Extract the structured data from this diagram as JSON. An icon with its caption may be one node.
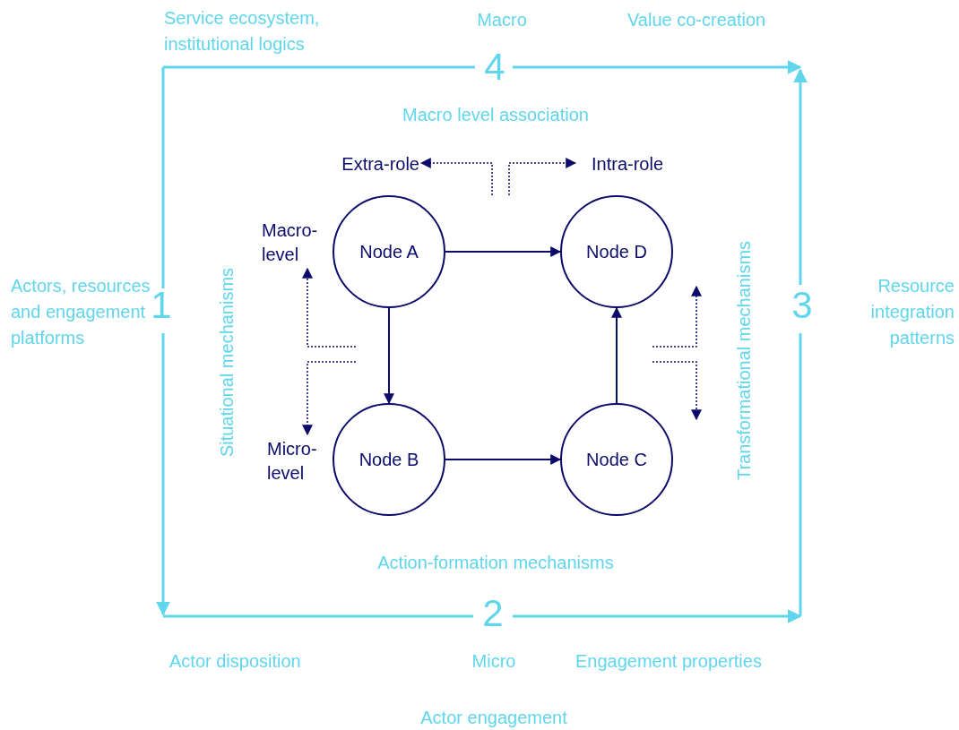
{
  "diagram": {
    "nodes": [
      {
        "text": [
          "Extra-role"
        ]
      },
      {
        "text": [
          "Intra-role"
        ]
      },
      {
        "text": [
          "Macro- level"
        ]
      },
      {
        "text": [
          "Node A"
        ]
      },
      {
        "text": [
          "Node D"
        ]
      },
      {
        "text": [
          "Micro- level"
        ]
      },
      {
        "text": [
          "Node B"
        ]
      },
      {
        "text": [
          "Node C"
        ]
      }
    ],
    "edges": [
      {
        "from": 3,
        "to": 4,
        "arrow": "to"
      },
      {
        "from": 3,
        "to": 6,
        "arrow": "to"
      },
      {
        "from": 6,
        "to": 7,
        "arrow": "to"
      },
      {
        "from": 7,
        "to": 4,
        "arrow": "to"
      },
      {
        "from": null,
        "to": 0,
        "arrow": "to",
        "style": "dashed"
      },
      {
        "from": null,
        "to": 1,
        "arrow": "to",
        "style": "dashed"
      },
      {
        "from": null,
        "to": 2,
        "arrow": "to",
        "style": "dashed"
      },
      {
        "from": null,
        "to": 5,
        "arrow": "to",
        "style": "dashed"
      }
    ],
    "labels": [
      "Service ecosystem, institutional logics",
      "Macro",
      "Value co-creation",
      "4",
      "Macro level association",
      "Actors, resources and engagement platforms",
      "1",
      "Situational mechanisms",
      "Transformational mechanisms",
      "3",
      "Resource integration patterns",
      "Action-formation mechanisms",
      "2",
      "Actor disposition",
      "Micro",
      "Engagement properties",
      "Actor engagement"
    ]
  }
}
